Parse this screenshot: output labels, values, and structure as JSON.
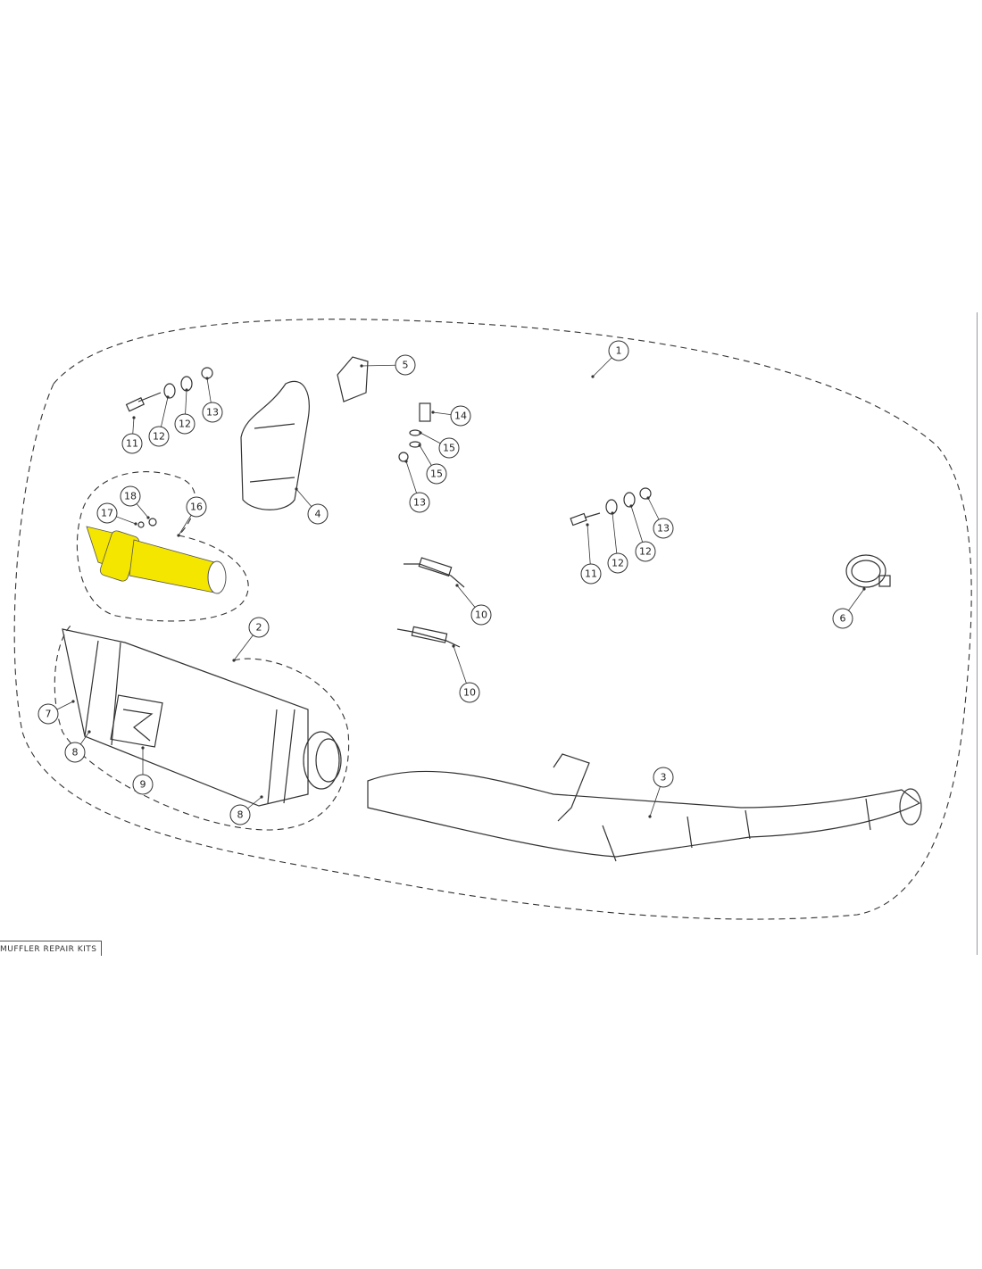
{
  "title": "MUFFLER REPAIR KITS",
  "highlight_color": "#f5e600",
  "callouts": [
    "1",
    "5",
    "11",
    "12",
    "12",
    "13",
    "14",
    "15",
    "15",
    "13",
    "4",
    "18",
    "17",
    "16",
    "11",
    "12",
    "12",
    "13",
    "6",
    "10",
    "10",
    "2",
    "7",
    "8",
    "9",
    "8",
    "3"
  ]
}
